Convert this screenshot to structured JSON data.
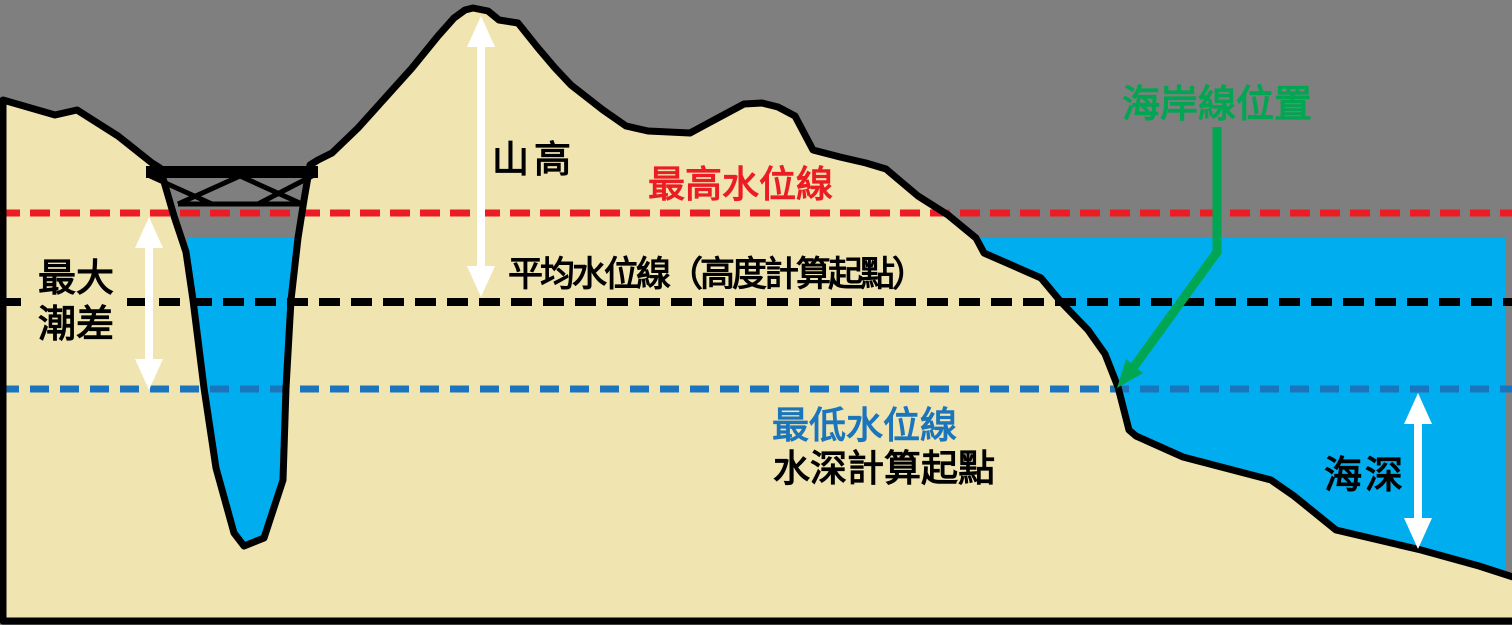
{
  "diagram": {
    "labels": {
      "mountain_height": "山高",
      "highest_water_level": "最高水位線",
      "mean_water_level": "平均水位線（高度計算起點）",
      "max_tidal_range_line1": "最大",
      "max_tidal_range_line2": "潮差",
      "coastline_position": "海岸線位置",
      "lowest_water_level": "最低水位線",
      "depth_datum": "水深計算起點",
      "sea_depth": "海深"
    },
    "colors": {
      "sky": "#7f7f7f",
      "land": "#f0e4b0",
      "water": "#00aeef",
      "outline": "#000000",
      "highest_line": "#ec1c24",
      "mean_line": "#000000",
      "lowest_line": "#1b75bc",
      "coastline_accent": "#00a651",
      "arrow": "#ffffff"
    }
  }
}
